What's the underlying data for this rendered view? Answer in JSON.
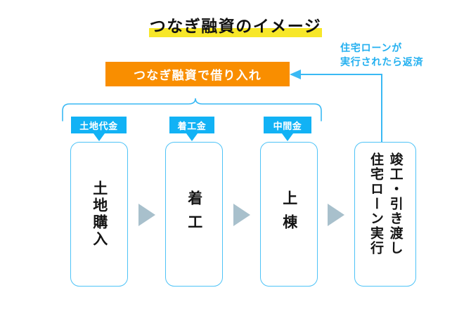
{
  "title": {
    "text": "つなぎ融資のイメージ",
    "highlight_color": "#f7e729"
  },
  "loan_bar": {
    "label": "つなぎ融資で借り入れ",
    "color": "#f98e00",
    "text_color": "#ffffff"
  },
  "repayment_note": {
    "line1": "住宅ローンが",
    "line2": "実行されたら返済",
    "color": "#23b0f0"
  },
  "badges": [
    {
      "label": "土地代金",
      "color": "#11b2f5"
    },
    {
      "label": "着工金",
      "color": "#11b2f5"
    },
    {
      "label": "中間金",
      "color": "#11b2f5"
    }
  ],
  "stages": [
    {
      "label": "土地購入"
    },
    {
      "label": "着工"
    },
    {
      "label": "上棟"
    },
    {
      "label_right": "竣工・引き渡し",
      "label_left": "住宅ローン実行"
    }
  ],
  "colors": {
    "badge_blue": "#11b2f5",
    "box_border_blue": "#4ec3f7",
    "connector_blue": "#3ab9f4",
    "arrow_gray": "#a8c0cc",
    "orange": "#f98e00",
    "yellow": "#f7e729",
    "text_dark": "#141414"
  },
  "connectors": {
    "brace_label": "payments-brace",
    "return_arrow_label": "repayment-arrow"
  }
}
